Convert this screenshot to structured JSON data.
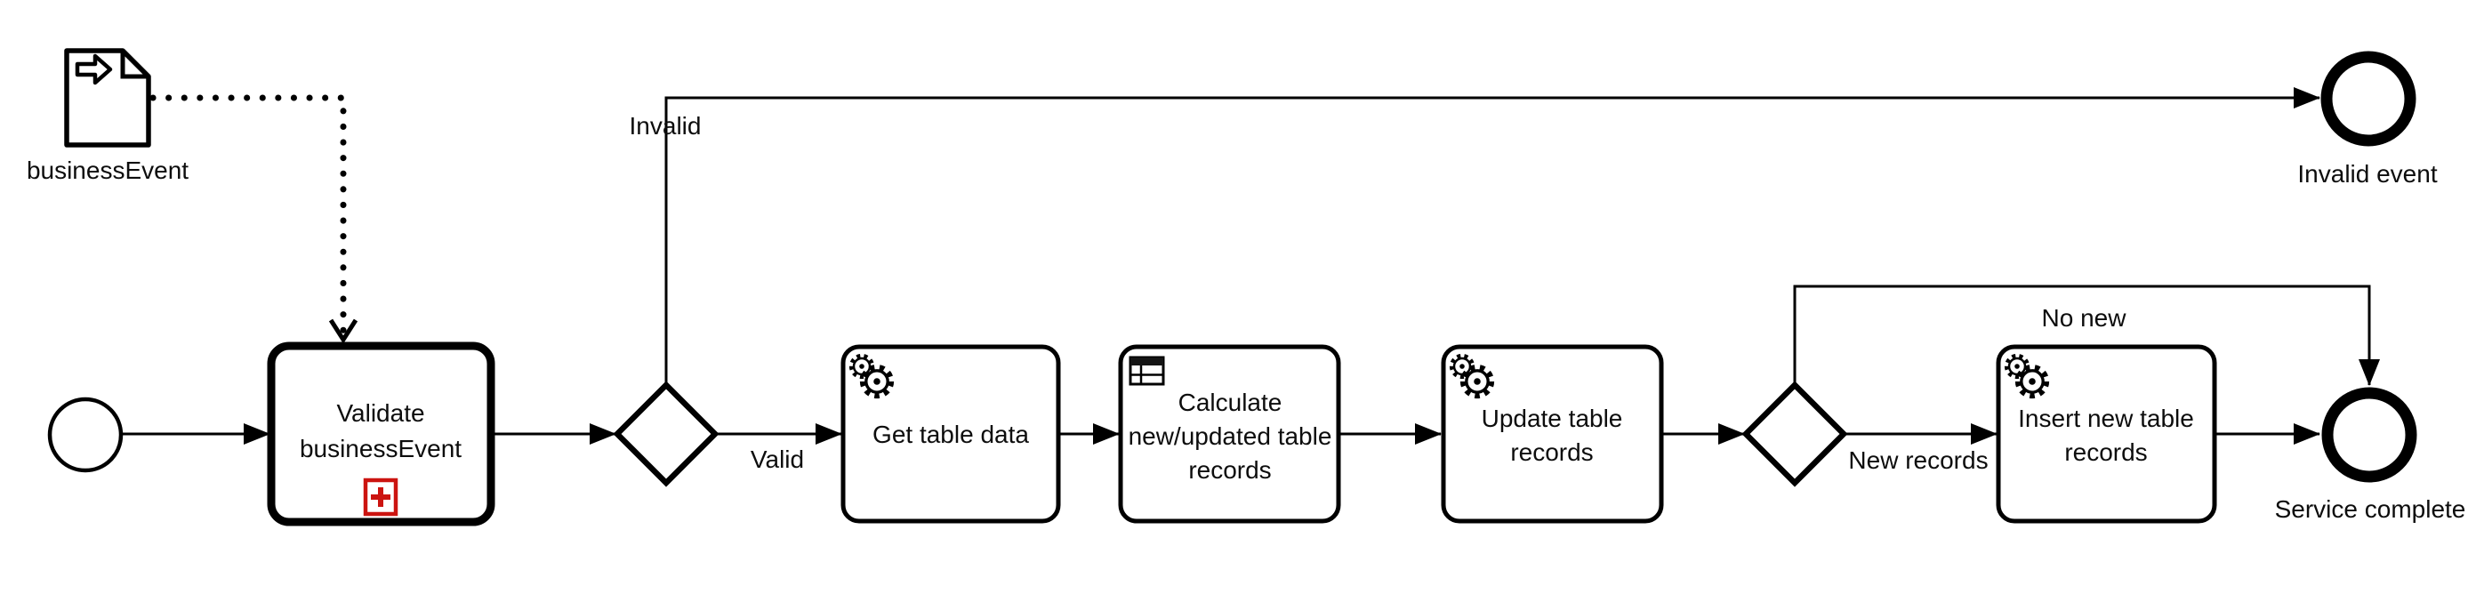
{
  "diagram": {
    "kind": "bpmn-process",
    "colors": {
      "background": "#ffffff",
      "stroke": "#000000",
      "text": "#0d0d0d",
      "subprocess_marker_red": "#cc1410"
    }
  },
  "nodes": {
    "data_object": {
      "type": "data-object",
      "label": "businessEvent",
      "icon": "document-with-input-arrow-icon"
    },
    "start_event": {
      "type": "start-event"
    },
    "validate_task": {
      "type": "call-activity",
      "line1": "Validate",
      "line2": "businessEvent",
      "marker": "collapsed-subprocess-plus-marker"
    },
    "gateway_valid": {
      "type": "exclusive-gateway"
    },
    "get_table_data_task": {
      "type": "service-task",
      "icon": "gear-icon",
      "label": "Get table data"
    },
    "calculate_task": {
      "type": "business-rule-task",
      "icon": "table-icon",
      "line1": "Calculate",
      "line2": "new/updated table",
      "line3": "records"
    },
    "update_task": {
      "type": "service-task",
      "icon": "gear-icon",
      "line1": "Update table",
      "line2": "records"
    },
    "gateway_new_records": {
      "type": "exclusive-gateway"
    },
    "insert_task": {
      "type": "service-task",
      "icon": "gear-icon",
      "line1": "Insert new table",
      "line2": "records"
    },
    "invalid_end_event": {
      "type": "end-event",
      "label": "Invalid event"
    },
    "service_complete_end_event": {
      "type": "end-event",
      "label": "Service complete"
    }
  },
  "edges": {
    "association_business_event": {
      "type": "dotted-association"
    },
    "invalid_flow": {
      "label": "Invalid"
    },
    "valid_flow": {
      "label": "Valid"
    },
    "new_records_flow": {
      "label": "New records"
    },
    "no_new_flow": {
      "label": "No new"
    }
  }
}
